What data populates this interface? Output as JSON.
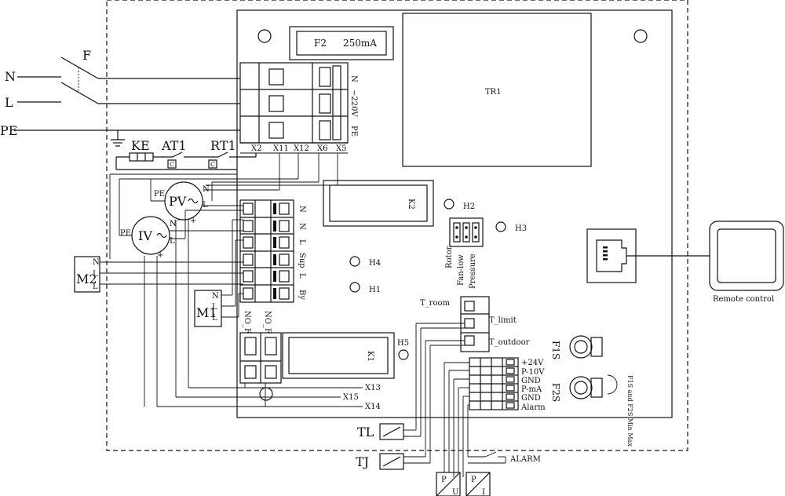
{
  "mains": {
    "n": "N",
    "l": "L",
    "pe": "PE",
    "fuse": "F"
  },
  "fuse2": {
    "label": "F2",
    "rating": "250mA"
  },
  "transformer": "TR1",
  "supply_labels": {
    "n": "N",
    "v": "~220V",
    "pe": "PE"
  },
  "bottom_terminals": [
    "X2",
    "X11",
    "X12",
    "X6",
    "X5"
  ],
  "switches": {
    "ke": "KE",
    "at1": "AT1",
    "rt1": "RT1",
    "contact": "C"
  },
  "motors": {
    "pv": "PV",
    "iv": "IV",
    "m1": "M1",
    "m2": "M2"
  },
  "motor_pins": {
    "pe": "PE",
    "n": "N",
    "l": "L",
    "minus": "-",
    "plus": "+"
  },
  "m2_pins": [
    "N",
    "L",
    "L"
  ],
  "m1_pins": [
    "N",
    "L",
    "L"
  ],
  "output_terminals": [
    "N",
    "N",
    "L",
    "Sup",
    "L",
    "By"
  ],
  "no_f": [
    "NO_F",
    "NO_F"
  ],
  "relays": {
    "k1": "K1",
    "k2": "K2"
  },
  "leds": {
    "h1": "H1",
    "h2": "H2",
    "h3": "H3",
    "h4": "H4",
    "h5": "H5"
  },
  "jumper_labels": [
    "Rotor",
    "Fan-low",
    "Pressure"
  ],
  "sensors": {
    "room": "T_room",
    "limit": "T_limit",
    "outdoor": "T_outdoor"
  },
  "pots": {
    "f1s": "F1S",
    "f2s": "F2S",
    "side_note": "F1S and F2S Min Max"
  },
  "signal_terminals": [
    "+24V",
    "P-10V",
    "GND",
    "P-mA",
    "GND",
    "Alarm"
  ],
  "bus_wires": [
    "X13",
    "X15",
    "X14"
  ],
  "thermo": {
    "tl": "TL",
    "tj": "TJ"
  },
  "alarm": "ALARM",
  "transducers": [
    {
      "top": "P",
      "bottom": "U"
    },
    {
      "top": "P",
      "bottom": "I"
    }
  ],
  "remote": "Remote control"
}
